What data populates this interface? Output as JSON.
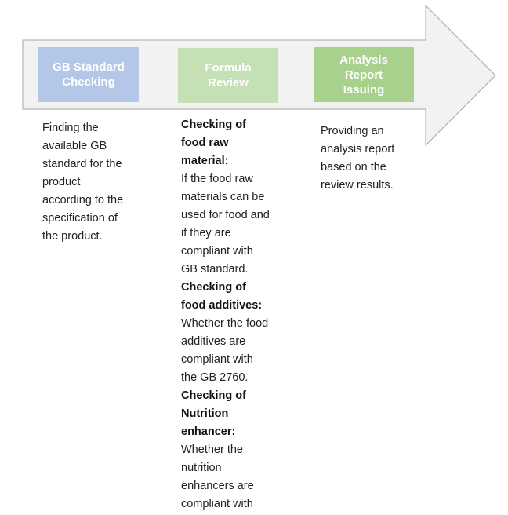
{
  "colors": {
    "arrow_fill": "#f2f2f2",
    "arrow_stroke": "#a6a6a6",
    "step1": "#b4c7e7",
    "step2": "#c5e0b4",
    "step3": "#a9d18e"
  },
  "steps": [
    {
      "title": "GB Standard Checking"
    },
    {
      "title": "Formula Review"
    },
    {
      "title": "Analysis Report Issuing"
    }
  ],
  "descriptions": {
    "step1": [
      "Finding the",
      "available GB",
      "standard for the",
      "product",
      "according to the",
      "specification of",
      "the product."
    ],
    "step2": [
      {
        "bold": true,
        "text": "Checking of"
      },
      {
        "bold": true,
        "text": "food raw"
      },
      {
        "bold": true,
        "text": "material:"
      },
      {
        "bold": false,
        "text": "If the food raw"
      },
      {
        "bold": false,
        "text": "materials can be"
      },
      {
        "bold": false,
        "text": "used for food and"
      },
      {
        "bold": false,
        "text": "if they are"
      },
      {
        "bold": false,
        "text": "compliant with"
      },
      {
        "bold": false,
        "text": "GB standard."
      },
      {
        "bold": true,
        "text": "Checking of"
      },
      {
        "bold": true,
        "text": "food additives:"
      },
      {
        "bold": false,
        "text": "Whether the food"
      },
      {
        "bold": false,
        "text": "additives are"
      },
      {
        "bold": false,
        "text": "compliant with"
      },
      {
        "bold": false,
        "text": "the GB 2760."
      },
      {
        "bold": true,
        "text": "Checking of"
      },
      {
        "bold": true,
        "text": "Nutrition"
      },
      {
        "bold": true,
        "text": "enhancer:"
      },
      {
        "bold": false,
        "text": "Whether the"
      },
      {
        "bold": false,
        "text": "nutrition"
      },
      {
        "bold": false,
        "text": "enhancers are"
      },
      {
        "bold": false,
        "text": "compliant with"
      }
    ],
    "step3": [
      "Providing an",
      "analysis report",
      "based on the",
      "review results."
    ]
  }
}
